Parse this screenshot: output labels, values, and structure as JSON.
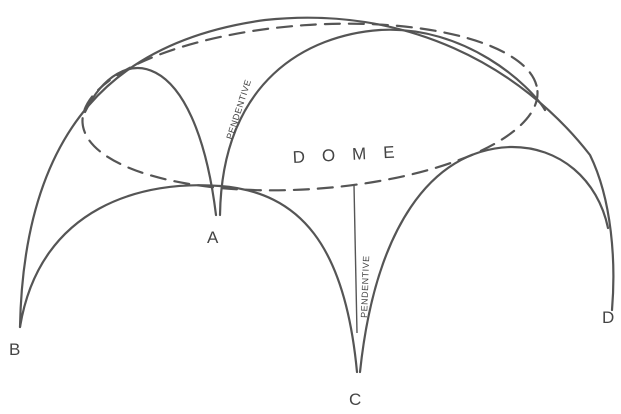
{
  "labels": {
    "point_a": "A",
    "point_b": "B",
    "point_c": "C",
    "point_d": "D",
    "dome": "DOME",
    "pendentive_upper": "PENDENTIVE",
    "pendentive_lower": "PENDENTIVE"
  },
  "colors": {
    "line": "#555555",
    "text": "#444444",
    "background": "#ffffff"
  }
}
